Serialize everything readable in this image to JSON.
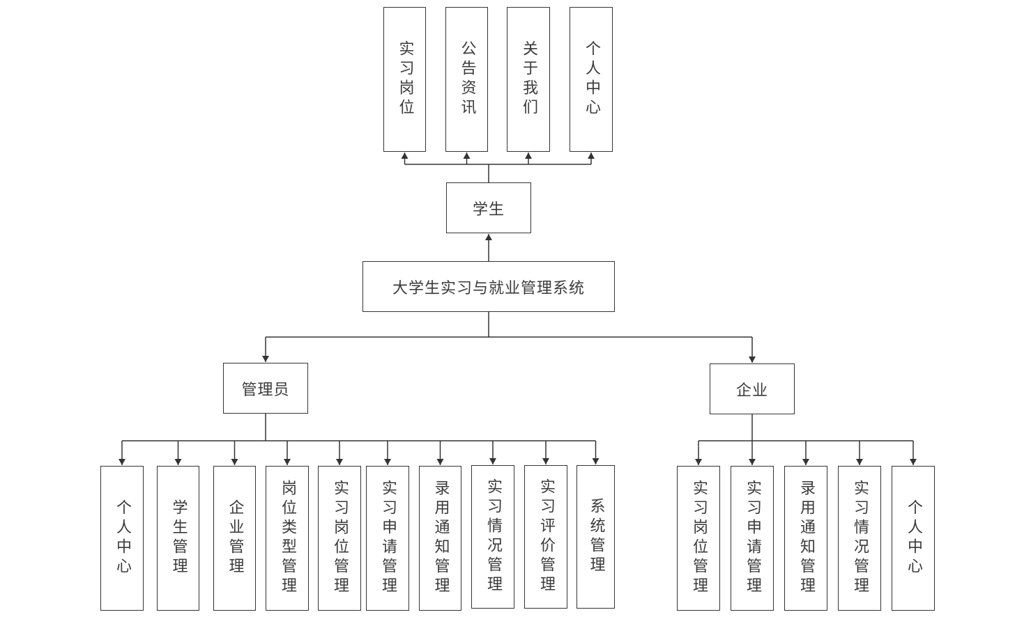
{
  "diagram": {
    "root": {
      "id": "root",
      "label": "大学生实习与就业管理系统"
    },
    "roles": [
      {
        "id": "student",
        "label": "学生",
        "direction": "up",
        "children": [
          "实习岗位",
          "公告资讯",
          "关于我们",
          "个人中心"
        ]
      },
      {
        "id": "admin",
        "label": "管理员",
        "direction": "down",
        "children": [
          "个人中心",
          "学生管理",
          "企业管理",
          "岗位类型管理",
          "实习岗位管理",
          "实习申请管理",
          "录用通知管理",
          "实习情况管理",
          "实习评价管理",
          "系统管理"
        ]
      },
      {
        "id": "enterprise",
        "label": "企业",
        "direction": "down",
        "children": [
          "实习岗位管理",
          "实习申请管理",
          "录用通知管理",
          "实习情况管理",
          "个人中心"
        ]
      }
    ],
    "colors": {
      "line": "#333333",
      "text": "#3a3a3a",
      "background": "#ffffff"
    }
  }
}
